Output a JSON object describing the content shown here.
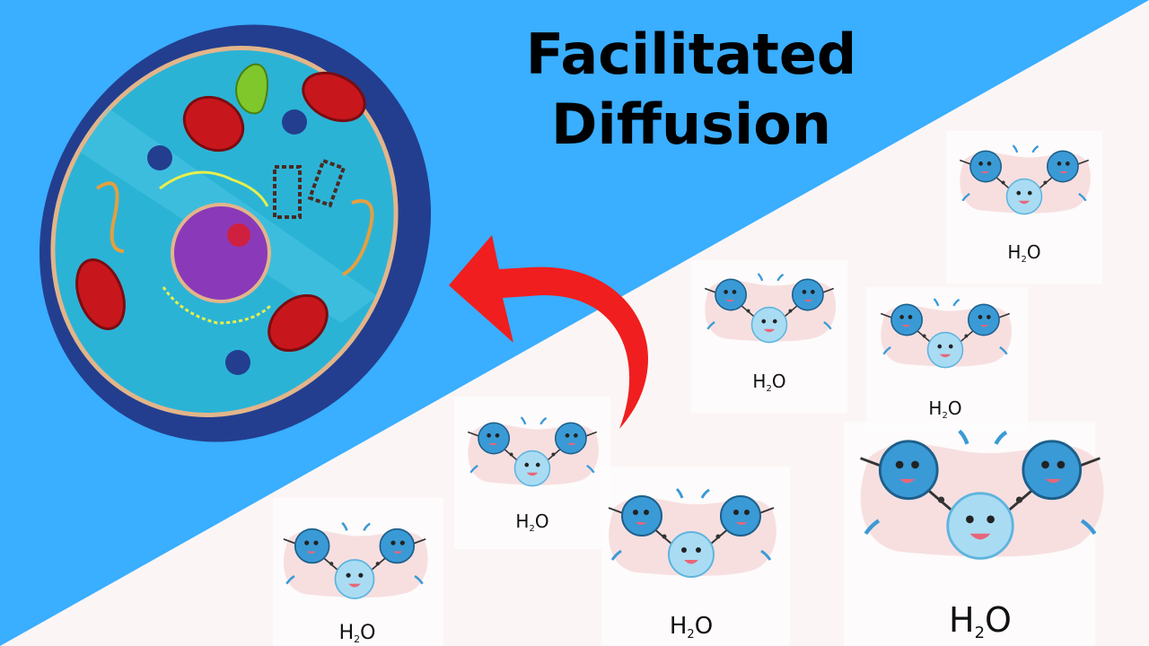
{
  "title": {
    "line1": "Facilitated",
    "line2": "Diffusion"
  },
  "molecule": {
    "formula_main": "H",
    "formula_sub": "2",
    "formula_end": "O"
  },
  "colors": {
    "background_blue": "#3aaeff",
    "background_light": "#fbf6f5",
    "arrow_red": "#f01e1e",
    "molecule_blue": "#3a9ad6",
    "molecule_light": "#a9dcf3",
    "cell_membrane": "#233e8f",
    "cytoplasm": "#2bb3d6",
    "nucleus": "#8a3ab8"
  },
  "icons": [
    "animal-cell-icon",
    "curved-arrow-icon",
    "water-molecule-icon"
  ]
}
